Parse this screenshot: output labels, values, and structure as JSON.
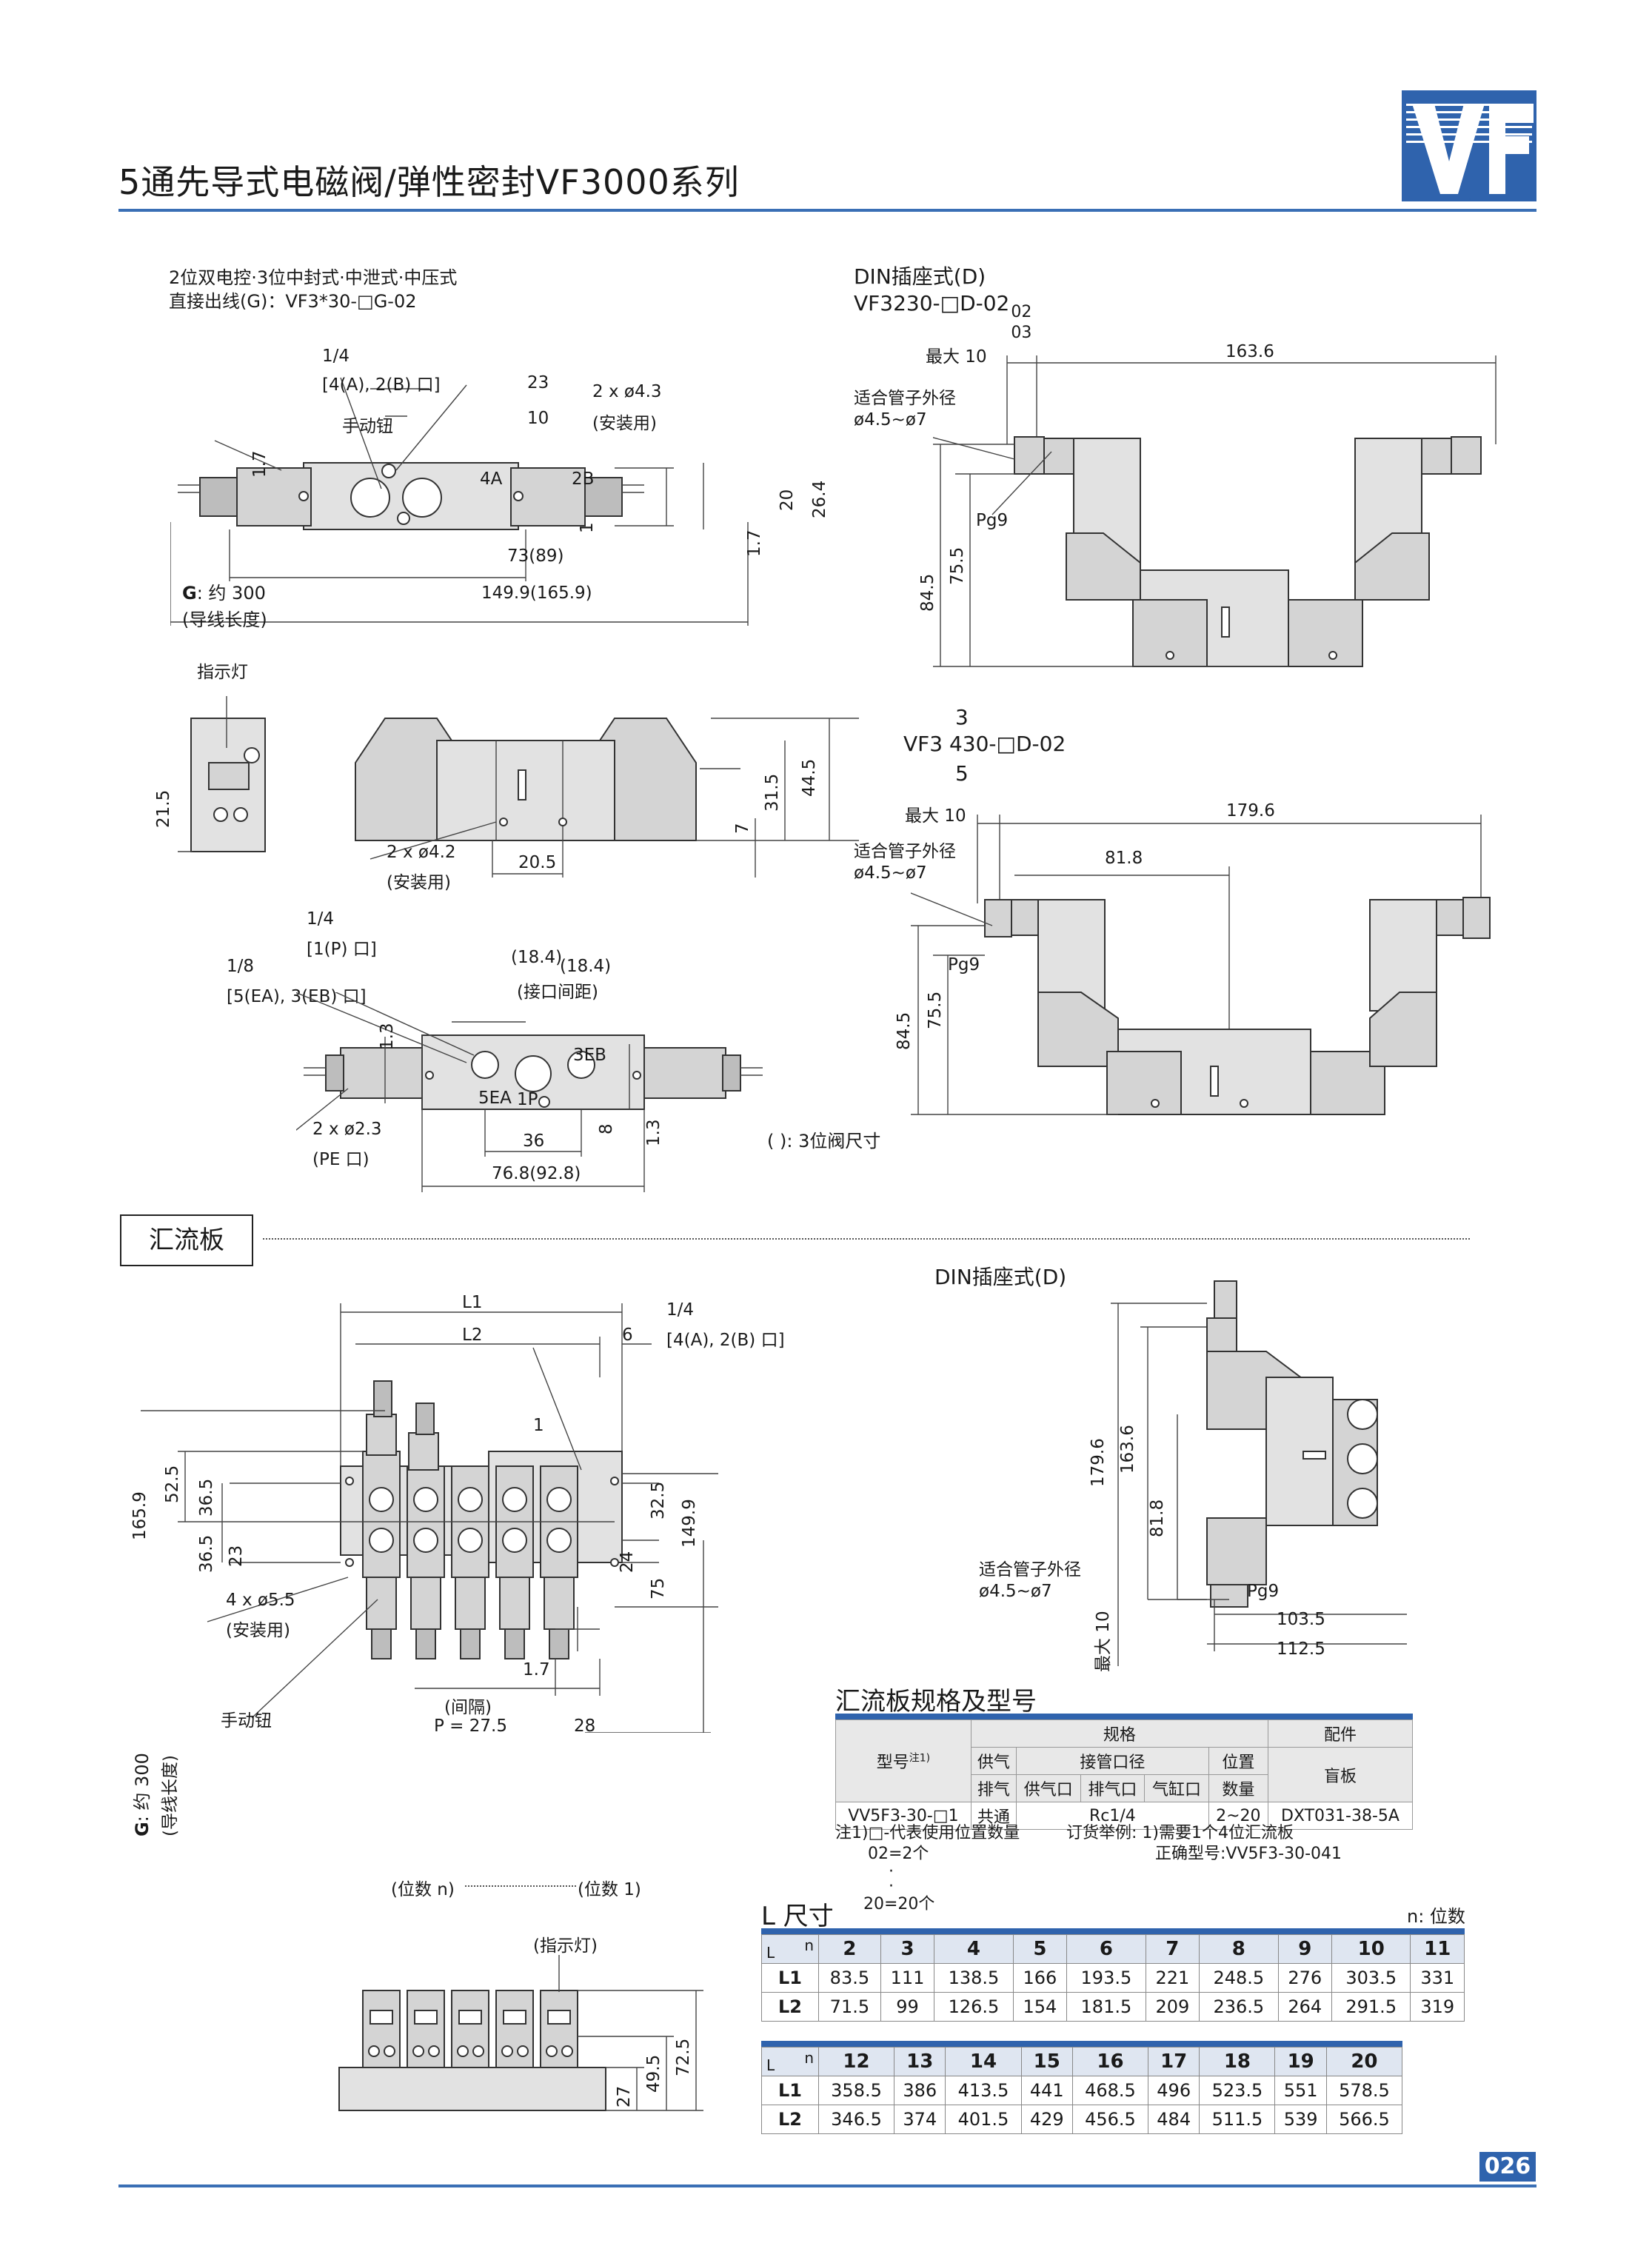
{
  "header": {
    "title": "5通先导式电磁阀/弹性密封VF3000系列",
    "logo_text": "VF",
    "page_number": "026"
  },
  "fig1": {
    "caption1": "2位双电控·3位中封式·中泄式·中压式",
    "caption2": "直接出线(G)：VF3*30-□G-02",
    "port_ab": "1/4",
    "port_ab_desc": "[4(A), 2(B) 口]",
    "manual_button": "手动钮",
    "dim_23": "23",
    "dim_10": "10",
    "hole": "2 x ø4.3",
    "hole_desc": "(安装用)",
    "dim_1_7a": "1.7",
    "dim_20": "20",
    "dim_26_4": "26.4",
    "dim_1": "1",
    "dim_1_7b": "1.7",
    "dim_73": "73(89)",
    "dim_149_9": "149.9(165.9)",
    "g_label": "G",
    "g_value": ": 约 300",
    "g_desc": "(导线长度)",
    "port_4a": "4A",
    "port_2b": "2B"
  },
  "fig2": {
    "indicator": "指示灯",
    "dim_21_5": "21.5",
    "dim_31_5": "31.5",
    "dim_44_5": "44.5",
    "dim_7": "7",
    "dim_20_5": "20.5",
    "hole": "2 x ø4.2",
    "hole_desc": "(安装用)"
  },
  "fig3": {
    "port_p": "1/4",
    "port_p_desc": "[1(P) 口]",
    "port_ea": "1/8",
    "port_ea_desc": "[5(EA), 3(EB) 口]",
    "pitch1": "(18.4)",
    "pitch2": "(18.4)",
    "pitch_desc": "(接口间距)",
    "dim_1_3a": "1.3",
    "dim_1_3b": "1.3",
    "dim_8": "8",
    "dim_36": "36",
    "dim_76_8": "76.8(92.8)",
    "pe": "2 x ø2.3",
    "pe_desc": "(PE 口)",
    "port_5ea": "5EA",
    "port_3eb": "3EB",
    "port_1p": "1P"
  },
  "din1": {
    "title": "DIN插座式(D)",
    "model": "VF3230-□D-02",
    "sup": "02",
    "sub": "03",
    "max10": "最大 10",
    "dim_163_6": "163.6",
    "pipe": "适合管子外径",
    "pipe_range": "ø4.5~ø7",
    "pg9": "Pg9",
    "dim_84_5": "84.5",
    "dim_75_5": "75.5"
  },
  "din2": {
    "model_top": "3",
    "model": "VF3 430-□D-02",
    "model_bot": "5",
    "max10": "最大 10",
    "dim_179_6": "179.6",
    "dim_81_8": "81.8",
    "pipe": "适合管子外径",
    "pipe_range": "ø4.5~ø7",
    "pg9": "Pg9",
    "dim_84_5": "84.5",
    "dim_75_5": "75.5",
    "note": "(    ): 3位阀尺寸"
  },
  "manifold": {
    "section_title": "汇流板",
    "L1": "L1",
    "L2": "L2",
    "dim_6": "6",
    "port_ab": "1/4",
    "port_ab_desc": "[4(A), 2(B) 口]",
    "dim_1": "1",
    "dim_165_9": "165.9",
    "dim_52_5": "52.5",
    "dim_36_5a": "36.5",
    "dim_36_5b": "36.5",
    "dim_23": "23",
    "dim_32_5": "32.5",
    "dim_149_9": "149.9",
    "dim_24": "24",
    "dim_75": "75",
    "hole": "4 x ø5.5",
    "hole_desc": "(安装用)",
    "manual": "手动钮",
    "dim_1_7": "1.7",
    "pitch_label": "(间隔)",
    "pitch": "P = 27.5",
    "dim_28": "28",
    "g_label": "G",
    "g_value": ": 约 300",
    "g_desc": "(导线长度)",
    "pos_n": "(位数 n)",
    "pos_1": "(位数 1)",
    "indicator": "(指示灯)",
    "dim_27": "27",
    "dim_49_5": "49.5",
    "dim_72_5": "72.5"
  },
  "din3": {
    "title": "DIN插座式(D)",
    "dim_179_6": "179.6",
    "dim_163_6": "163.6",
    "dim_81_8": "81.8",
    "pipe": "适合管子外径",
    "pipe_range": "ø4.5~ø7",
    "pg9": "Pg9",
    "dim_103_5": "103.5",
    "dim_112_5": "112.5",
    "max10": "最大 10"
  },
  "spec": {
    "heading": "汇流板规格及型号",
    "h_spec": "规格",
    "h_acc": "配件",
    "h_model": "型号",
    "h_model_note": "注1)",
    "h_supply": "供气",
    "h_exhaust": "排气",
    "h_ports": "接管口径",
    "h_pos": "位置",
    "h_count": "数量",
    "h_sub1": "供气口",
    "h_sub2": "排气口",
    "h_sub3": "气缸口",
    "h_blank": "盲板",
    "r_model": "VV5F3-30-□1",
    "r_common": "共通",
    "r_port": "Rc1/4",
    "r_pos": "2~20",
    "r_blank": "DXT031-38-5A",
    "note1": "注1)□-代表使用位置数量",
    "note2": "02=2个",
    "note3": "·",
    "note4": "·",
    "note5": "20=20个",
    "order1": "订货举例: 1)需要1个4位汇流板",
    "order2": "正确型号:VV5F3-30-041"
  },
  "ltable": {
    "heading": "L 尺寸",
    "unit": "n: 位数",
    "corner_l": "L",
    "corner_n": "n",
    "row1_label": "L1",
    "row2_label": "L2",
    "cols_a": [
      "2",
      "3",
      "4",
      "5",
      "6",
      "7",
      "8",
      "9",
      "10",
      "11"
    ],
    "l1_a": [
      "83.5",
      "111",
      "138.5",
      "166",
      "193.5",
      "221",
      "248.5",
      "276",
      "303.5",
      "331"
    ],
    "l2_a": [
      "71.5",
      "99",
      "126.5",
      "154",
      "181.5",
      "209",
      "236.5",
      "264",
      "291.5",
      "319"
    ],
    "cols_b": [
      "12",
      "13",
      "14",
      "15",
      "16",
      "17",
      "18",
      "19",
      "20"
    ],
    "l1_b": [
      "358.5",
      "386",
      "413.5",
      "441",
      "468.5",
      "496",
      "523.5",
      "551",
      "578.5"
    ],
    "l2_b": [
      "346.5",
      "374",
      "401.5",
      "429",
      "456.5",
      "484",
      "511.5",
      "539",
      "566.5"
    ]
  }
}
